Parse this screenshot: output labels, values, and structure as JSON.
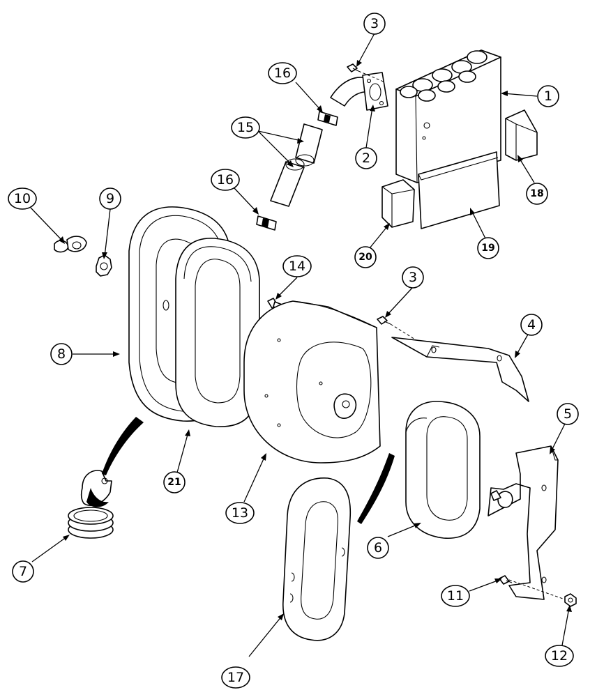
{
  "callouts": [
    {
      "id": "c1",
      "label": "1",
      "style": "outline"
    },
    {
      "id": "c2",
      "label": "2",
      "style": "outline"
    },
    {
      "id": "c3a",
      "label": "3",
      "style": "outline"
    },
    {
      "id": "c3b",
      "label": "3",
      "style": "outline"
    },
    {
      "id": "c4",
      "label": "4",
      "style": "outline"
    },
    {
      "id": "c5",
      "label": "5",
      "style": "outline"
    },
    {
      "id": "c6",
      "label": "6",
      "style": "outline"
    },
    {
      "id": "c7",
      "label": "7",
      "style": "outline"
    },
    {
      "id": "c8",
      "label": "8",
      "style": "outline"
    },
    {
      "id": "c9",
      "label": "9",
      "style": "outline"
    },
    {
      "id": "c10",
      "label": "10",
      "style": "outline"
    },
    {
      "id": "c11",
      "label": "11",
      "style": "outline"
    },
    {
      "id": "c12",
      "label": "12",
      "style": "outline"
    },
    {
      "id": "c13",
      "label": "13",
      "style": "outline"
    },
    {
      "id": "c14",
      "label": "14",
      "style": "outline"
    },
    {
      "id": "c15",
      "label": "15",
      "style": "outline"
    },
    {
      "id": "c16a",
      "label": "16",
      "style": "outline"
    },
    {
      "id": "c16b",
      "label": "16",
      "style": "outline"
    },
    {
      "id": "c17",
      "label": "17",
      "style": "outline"
    },
    {
      "id": "c18",
      "label": "18",
      "style": "bold"
    },
    {
      "id": "c19",
      "label": "19",
      "style": "bold"
    },
    {
      "id": "c20",
      "label": "20",
      "style": "bold"
    },
    {
      "id": "c21",
      "label": "21",
      "style": "bold"
    }
  ],
  "colors": {
    "ink": "#000000",
    "paper": "#ffffff"
  }
}
